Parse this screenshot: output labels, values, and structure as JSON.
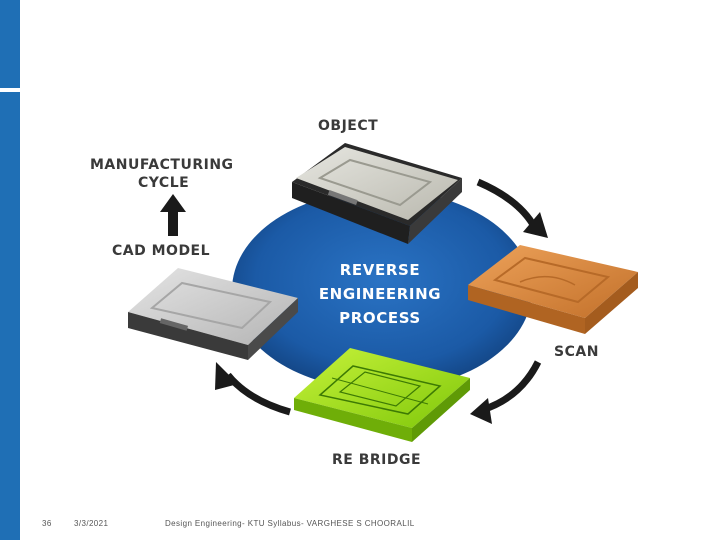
{
  "slide": {
    "accent_color": "#1f6fb5"
  },
  "diagram": {
    "center_lines": [
      "REVERSE",
      "ENGINEERING",
      "PROCESS"
    ],
    "labels": {
      "object": "OBJECT",
      "manufacturing_line1": "MANUFACTURING",
      "manufacturing_line2": "CYCLE",
      "cad_model": "CAD MODEL",
      "scan": "SCAN",
      "re_bridge": "RE BRIDGE"
    },
    "icons": [
      "laptop-object-icon",
      "laptop-scan-icon",
      "laptop-rebridge-icon",
      "laptop-cad-icon",
      "arrow-icon"
    ]
  },
  "footer": {
    "page_number": "36",
    "date": "3/3/2021",
    "credit": "Design Engineering- KTU Syllabus- VARGHESE S CHOORALIL"
  }
}
